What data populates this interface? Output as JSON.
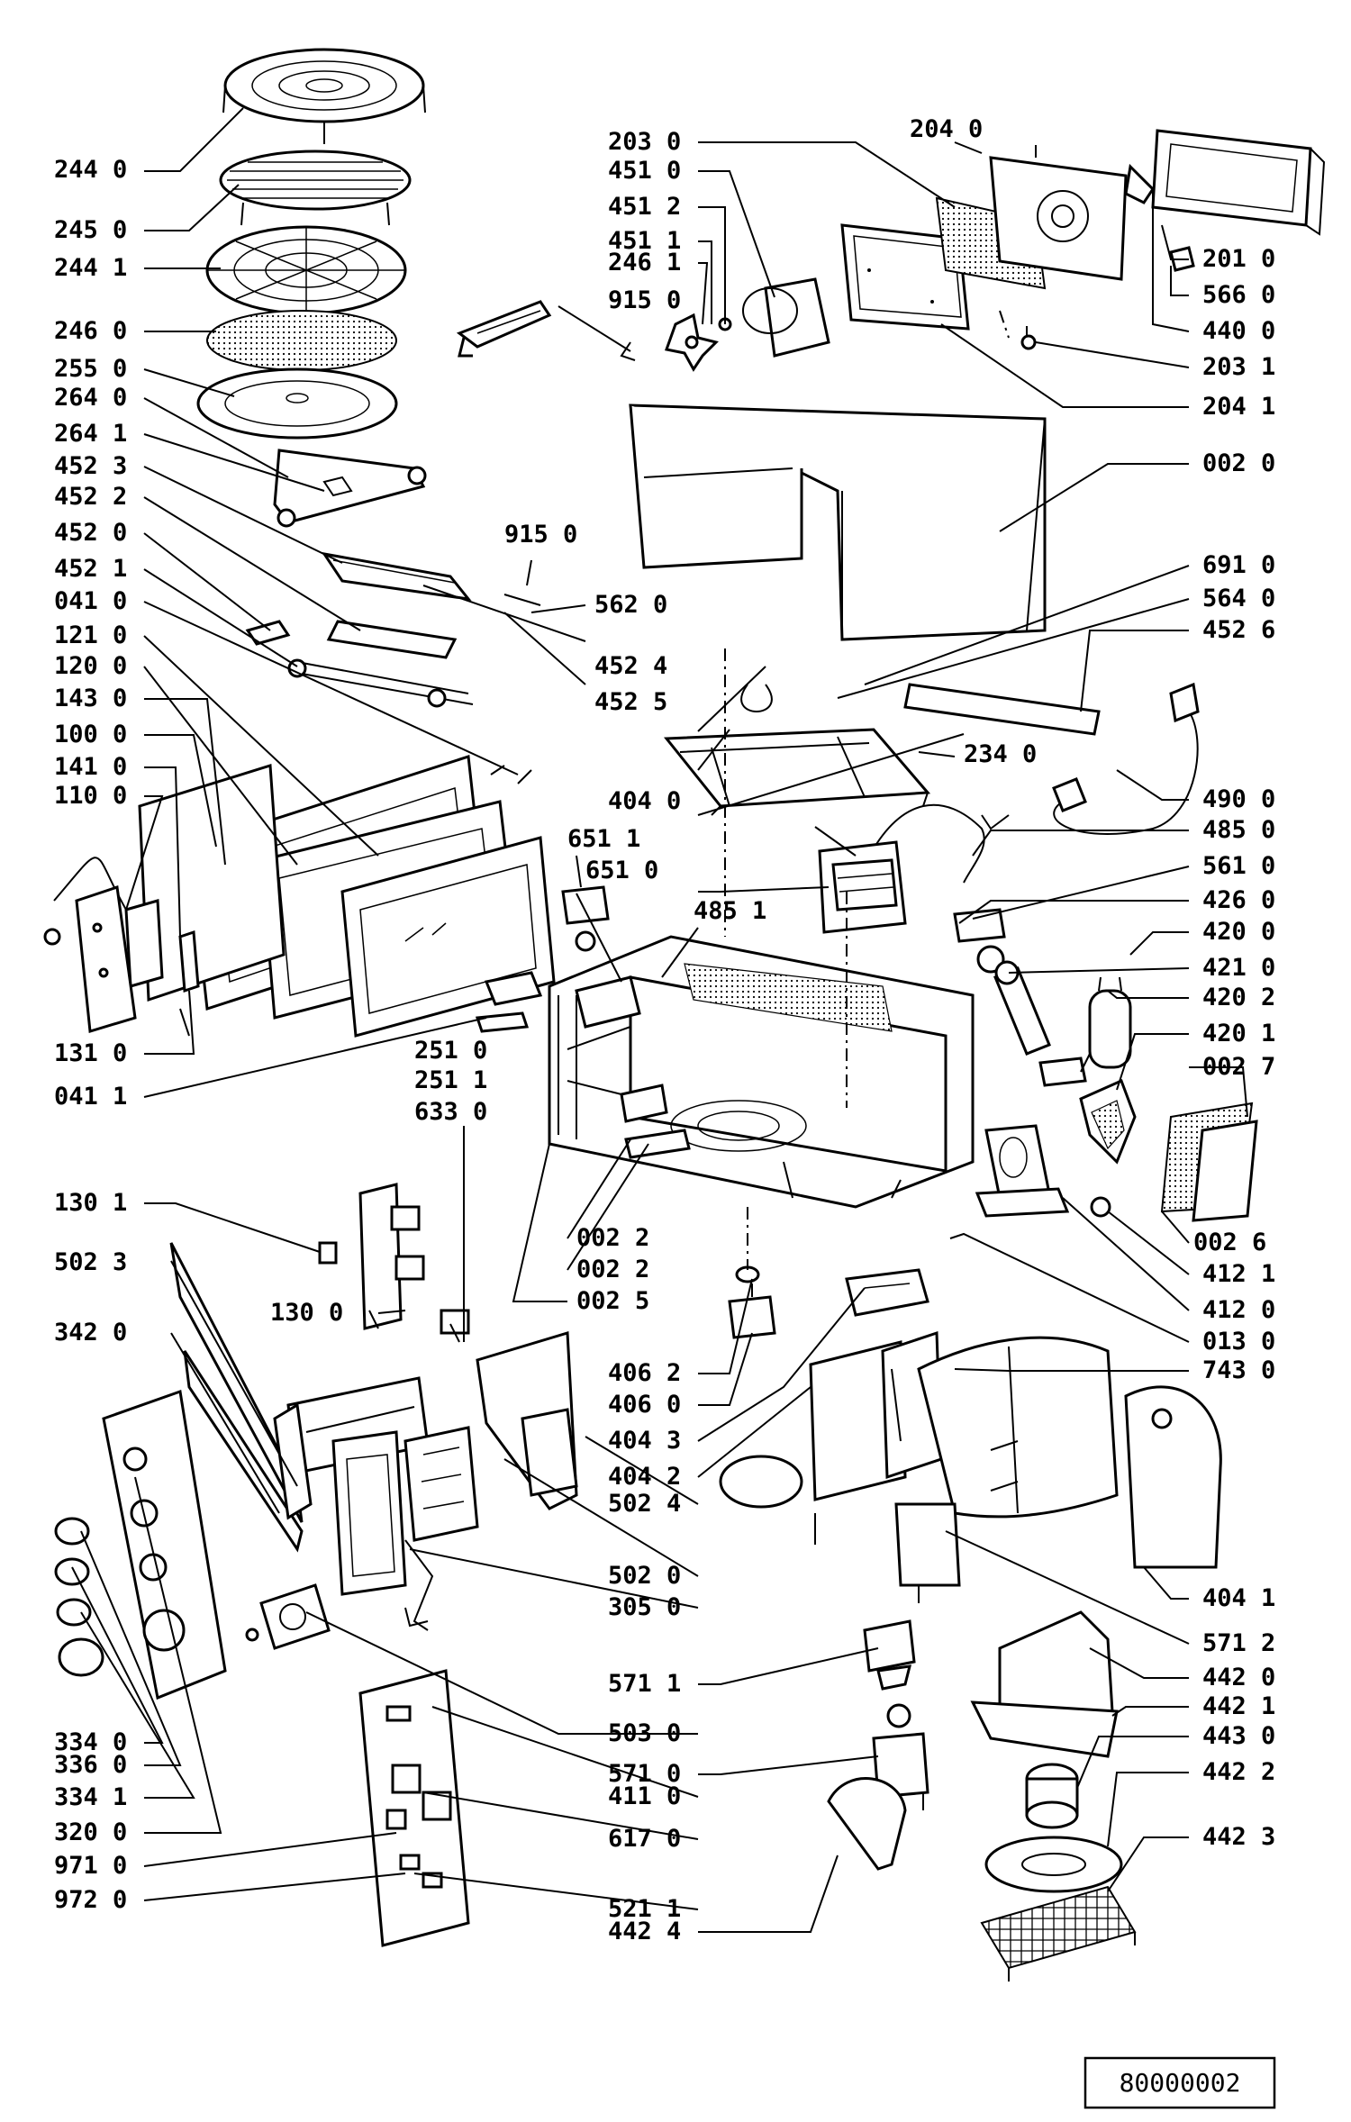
{
  "diagram": {
    "reference_number": "80000002",
    "left_labels": [
      "244 0",
      "245 0",
      "244 1",
      "246 0",
      "255 0",
      "264 0",
      "264 1",
      "452 3",
      "452 2",
      "452 0",
      "452 1",
      "041 0",
      "121 0",
      "120 0",
      "143 0",
      "100 0",
      "141 0",
      "110 0",
      "131 0",
      "041 1",
      "130 1",
      "502 3",
      "342 0",
      "334 0",
      "336 0",
      "334 1",
      "320 0",
      "971 0",
      "972 0"
    ],
    "upper_center_labels": [
      "203 0",
      "451 0",
      "451 2",
      "451 1",
      "246 1",
      "915 0",
      "915 0",
      "562 0",
      "452 4",
      "452 5",
      "404 0",
      "485 1",
      "651 1",
      "651 0",
      "251 0",
      "251 1",
      "633 0",
      "130 0",
      "002 2",
      "002 2",
      "002 5"
    ],
    "top_right_labels": [
      "204 0",
      "201 0",
      "566 0",
      "440 0",
      "203 1",
      "204 1",
      "002 0",
      "691 0",
      "564 0",
      "452 6",
      "234 0",
      "490 0",
      "485 0",
      "561 0",
      "426 0",
      "420 0",
      "421 0",
      "420 2",
      "420 1",
      "002 7",
      "002 6",
      "412 1",
      "412 0",
      "013 0",
      "743 0"
    ],
    "lower_center_labels": [
      "406 2",
      "406 0",
      "404 3",
      "404 2",
      "502 4",
      "502 0",
      "305 0",
      "571 1",
      "503 0",
      "571 0",
      "411 0",
      "617 0",
      "521 1",
      "442 4"
    ],
    "lower_right_labels": [
      "404 1",
      "571 2",
      "442 0",
      "442 1",
      "443 0",
      "442 2",
      "442 3"
    ]
  }
}
